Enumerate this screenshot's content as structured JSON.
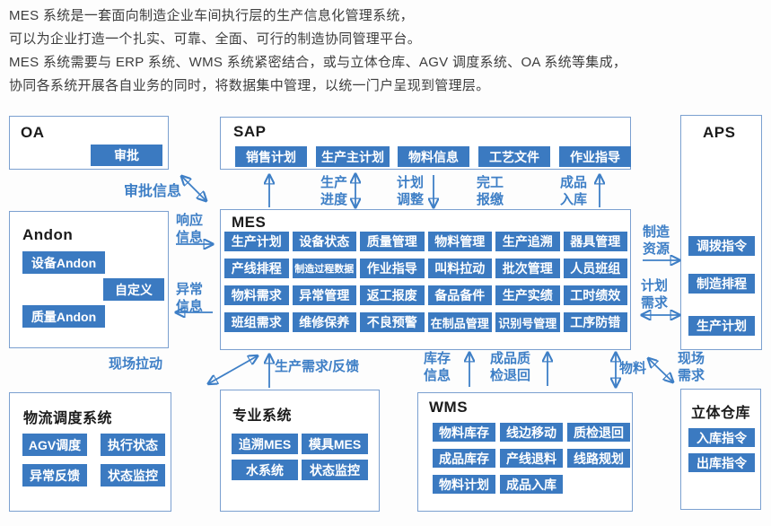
{
  "header": {
    "lines": [
      "MES 系统是一套面向制造企业车间执行层的生产信息化管理系统，",
      "可以为企业打造一个扎实、可靠、全面、可行的制造协同管理平台。",
      "MES 系统需要与 ERP 系统、WMS 系统紧密结合，或与立体仓库、AGV 调度系统、OA 系统等集成，",
      "协同各系统开展各自业务的同时，将数据集中管理，以统一门户呈现到管理层。"
    ]
  },
  "colors": {
    "accent": "#3b7ac1",
    "border": "#7ba0d0",
    "label": "#3e7fc6"
  },
  "boxes": {
    "oa": {
      "title": "OA",
      "items": [
        "审批"
      ]
    },
    "sap": {
      "title": "SAP",
      "items": [
        "销售计划",
        "生产主计划",
        "物料信息",
        "工艺文件",
        "作业指导"
      ]
    },
    "aps": {
      "title": "APS",
      "items": [
        "调拨指令",
        "制造排程",
        "生产计划"
      ]
    },
    "andon": {
      "title": "Andon",
      "items": [
        "设备Andon",
        "自定义",
        "质量Andon"
      ]
    },
    "mes": {
      "title": "MES",
      "items": [
        "生产计划",
        "设备状态",
        "质量管理",
        "物料管理",
        "生产追溯",
        "器具管理",
        "产线排程",
        "制造过程数据",
        "作业指导",
        "叫料拉动",
        "批次管理",
        "人员班组",
        "物料需求",
        "异常管理",
        "返工报废",
        "备品备件",
        "生产实绩",
        "工时绩效",
        "班组需求",
        "维修保养",
        "不良预警",
        "在制品管理",
        "识别号管理",
        "工序防错"
      ]
    },
    "logistics": {
      "title": "物流调度系统",
      "items": [
        "AGV调度",
        "执行状态",
        "异常反馈",
        "状态监控"
      ]
    },
    "professional": {
      "title": "专业系统",
      "items": [
        "追溯MES",
        "模具MES",
        "水系统",
        "状态监控"
      ]
    },
    "wms": {
      "title": "WMS",
      "items": [
        "物料库存",
        "线边移动",
        "质检退回",
        "成品库存",
        "产线退料",
        "线路规划",
        "物料计划",
        "成品入库"
      ]
    },
    "warehouse": {
      "title": "立体仓库",
      "items": [
        "入库指令",
        "出库指令"
      ]
    }
  },
  "flow_labels": {
    "approval_info": "审批信息",
    "response_info": "响应\n信息",
    "abnormal_info": "异常\n信息",
    "production_progress": "生产\n进度",
    "plan_adjust": "计划\n调整",
    "completion_report": "完工\n报缴",
    "finished_inbound": "成品\n入库",
    "mfg_resource": "制造\n资源",
    "plan_demand": "计划\n需求",
    "site_pull": "现场拉动",
    "prod_demand_feedback": "生产需求/反馈",
    "inventory_info": "库存\n信息",
    "finished_quality_return": "成品质\n检退回",
    "material": "物料",
    "site_demand": "现场\n需求"
  }
}
